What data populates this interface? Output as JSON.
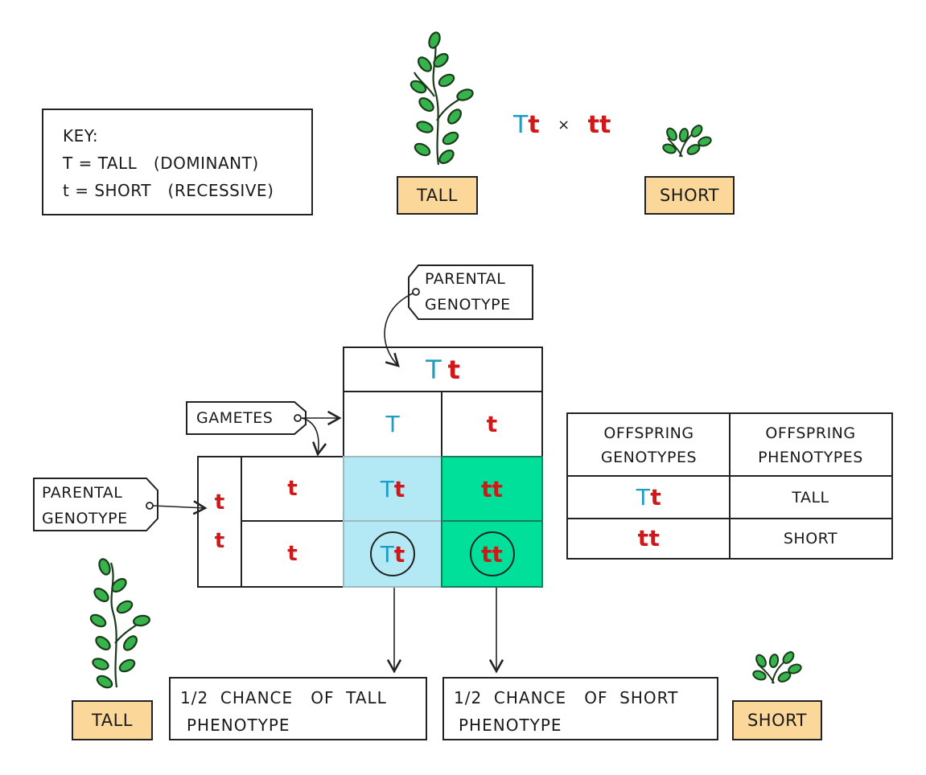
{
  "key": {
    "title": "KEY:",
    "line1": "T = TALL   (DOMINANT)",
    "line2": "t = SHORT   (RECESSIVE)"
  },
  "cross": {
    "parent1_dom": "T",
    "parent1_rec": "t",
    "times": "×",
    "parent2": "tt"
  },
  "top_labels": {
    "tall": "TALL",
    "short": "SHORT"
  },
  "bottom_labels": {
    "tall": "TALL",
    "short": "SHORT"
  },
  "tags": {
    "parental_top_1": "PARENTAL",
    "parental_top_2": "GENOTYPE",
    "gametes": "GAMETES",
    "parental_left_1": "PARENTAL",
    "parental_left_2": "GENOTYPE"
  },
  "punnett": {
    "top_parent_dom": "T",
    "top_parent_rec": "t",
    "gamete_top_1": "T",
    "gamete_top_2": "t",
    "left_parent_1": "t",
    "left_parent_2": "t",
    "gamete_left_1": "t",
    "gamete_left_2": "t",
    "r1c1_dom": "T",
    "r1c1_rec": "t",
    "r1c2": "tt",
    "r2c1_dom": "T",
    "r2c1_rec": "t",
    "r2c2": "tt"
  },
  "colors": {
    "dominant": "#1d9cc4",
    "recessive": "#d01818",
    "tall_cells": "#b3e8f5",
    "short_cells": "#00e09a",
    "label_fill": "#fbd89a"
  },
  "results": {
    "tall_1": "1/2  CHANCE   OF  TALL",
    "tall_2": "PHENOTYPE",
    "short_1": "1/2  CHANCE   OF  SHORT",
    "short_2": "PHENOTYPE"
  },
  "offspring_table": {
    "header_geno_1": "OFFSPRING",
    "header_geno_2": "GENOTYPES",
    "header_pheno_1": "OFFSPRING",
    "header_pheno_2": "PHENOTYPES",
    "row1_dom": "T",
    "row1_rec": "t",
    "row1_pheno": "TALL",
    "row2_geno": "tt",
    "row2_pheno": "SHORT"
  }
}
